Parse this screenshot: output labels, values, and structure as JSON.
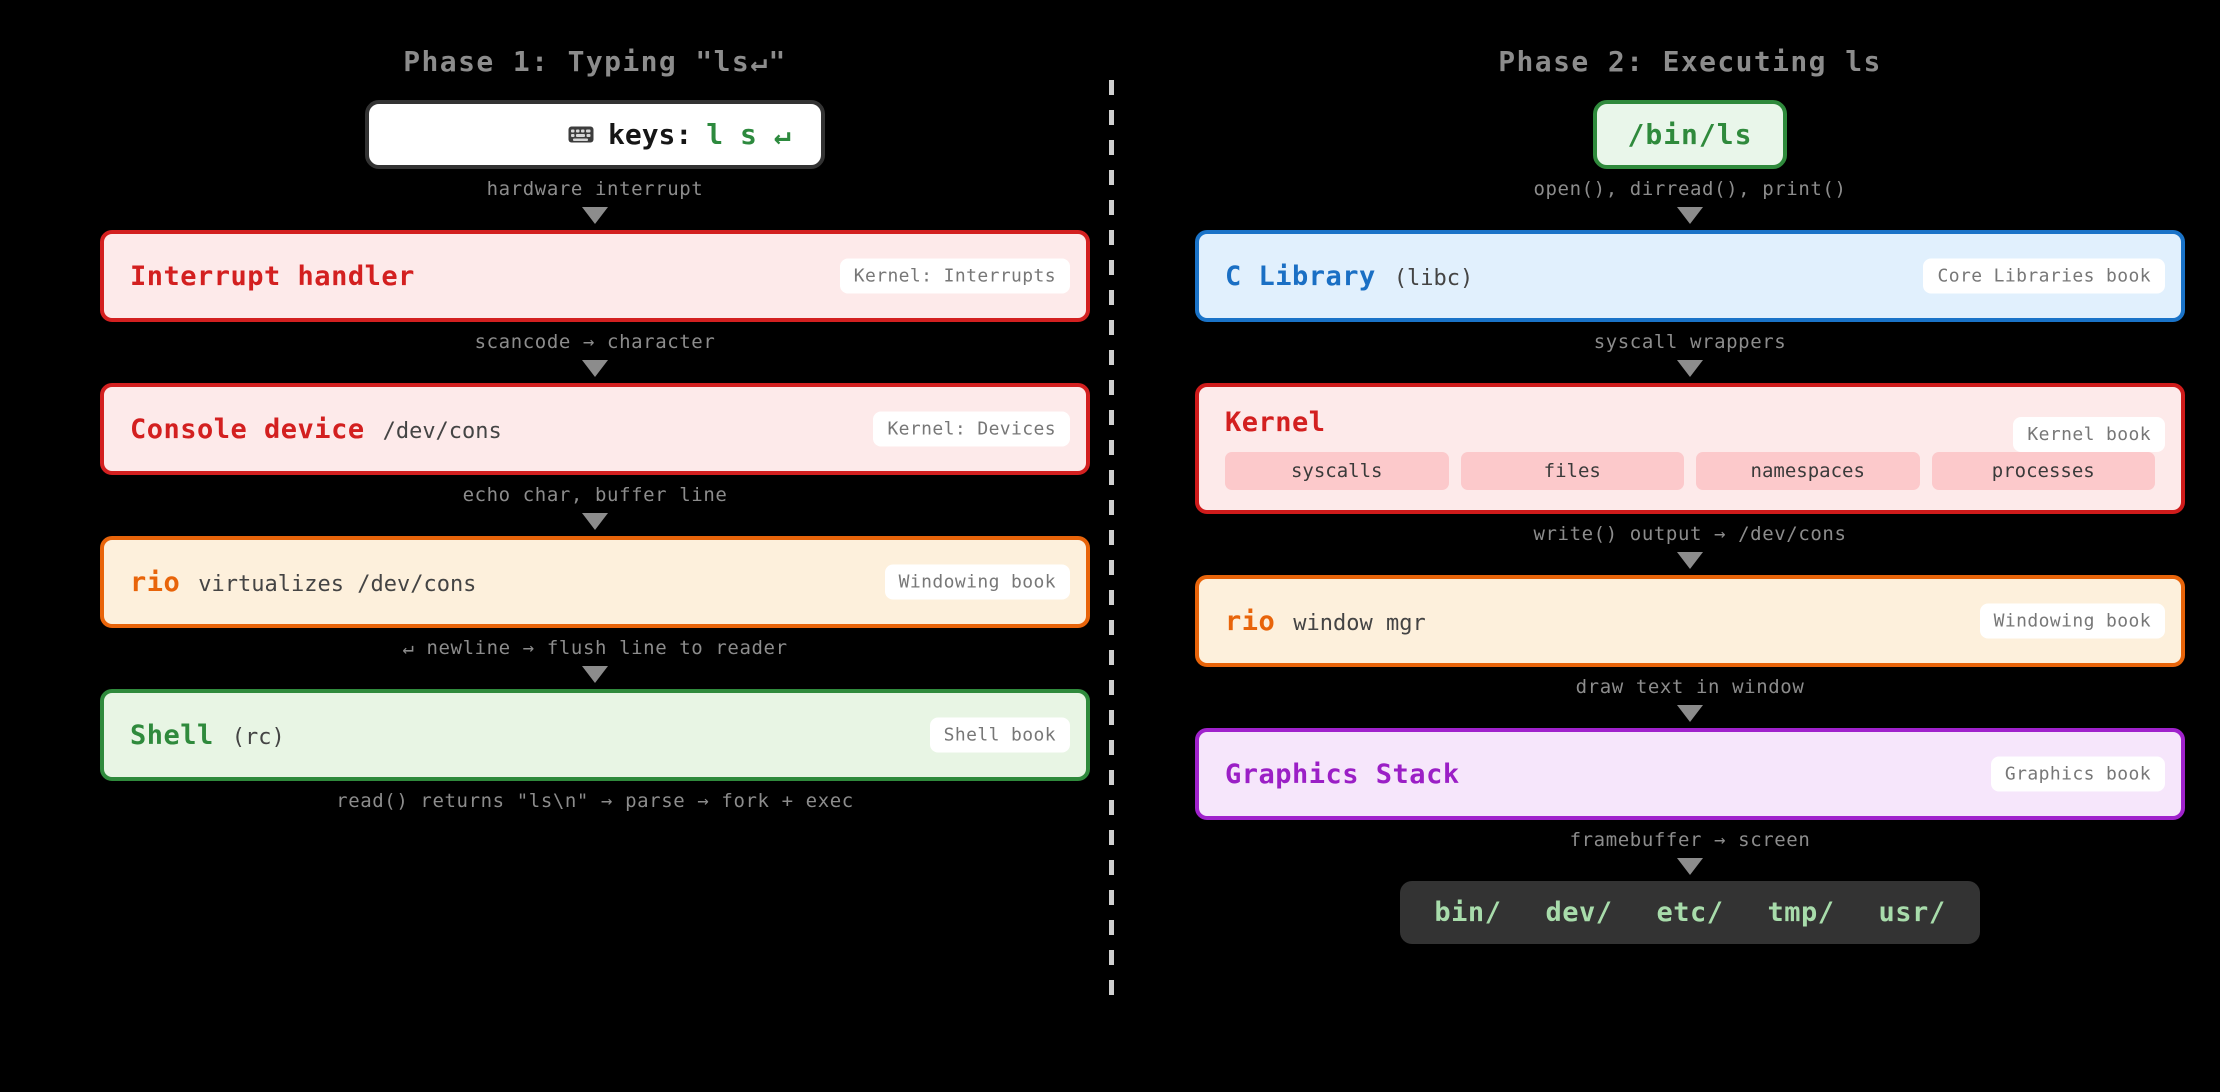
{
  "divider": {
    "name": "phase-divider"
  },
  "phase1": {
    "title": "Phase 1: Typing \"ls↵\"",
    "input_pill": {
      "icon": "keyboard-icon",
      "label": "keys:",
      "keys": "l s ↵"
    },
    "connectors": [
      "hardware interrupt",
      "scancode → character",
      "echo char, buffer line",
      "↵ newline → flush line to reader",
      "read() returns \"ls\\n\" → parse → fork + exec"
    ],
    "layers": [
      {
        "title": "Interrupt handler",
        "sub": "",
        "badge": "Kernel: Interrupts",
        "color": "red"
      },
      {
        "title": "Console device",
        "sub": "/dev/cons",
        "badge": "Kernel: Devices",
        "color": "red"
      },
      {
        "title": "rio",
        "sub": "virtualizes /dev/cons",
        "badge": "Windowing book",
        "color": "orange"
      },
      {
        "title": "Shell",
        "sub": "(rc)",
        "badge": "Shell book",
        "color": "green"
      }
    ]
  },
  "phase2": {
    "title": "Phase 2: Executing ls",
    "input_pill": {
      "label": "/bin/ls"
    },
    "connectors": [
      "open(), dirread(), print()",
      "syscall wrappers",
      "write() output → /dev/cons",
      "draw text in window",
      "framebuffer → screen"
    ],
    "layers": [
      {
        "title": "C Library",
        "sub": "(libc)",
        "badge": "Core Libraries book",
        "color": "blue"
      },
      {
        "title": "Kernel",
        "sub": "",
        "badge": "Kernel book",
        "color": "kernel",
        "chips": [
          "syscalls",
          "files",
          "namespaces",
          "processes"
        ]
      },
      {
        "title": "rio",
        "sub": "window mgr",
        "badge": "Windowing book",
        "color": "orange"
      },
      {
        "title": "Graphics Stack",
        "sub": "",
        "badge": "Graphics book",
        "color": "purple"
      }
    ],
    "output": [
      "bin/",
      "dev/",
      "etc/",
      "tmp/",
      "usr/"
    ]
  },
  "colors": {
    "background": "#000000",
    "muted_text": "#8c8c8c",
    "red": "#d32020",
    "blue": "#1a6fc4",
    "orange": "#e8640a",
    "green": "#2f8a3c",
    "purple": "#9b1fc6",
    "output_bar": "#333333",
    "output_text": "#a8dcab"
  }
}
